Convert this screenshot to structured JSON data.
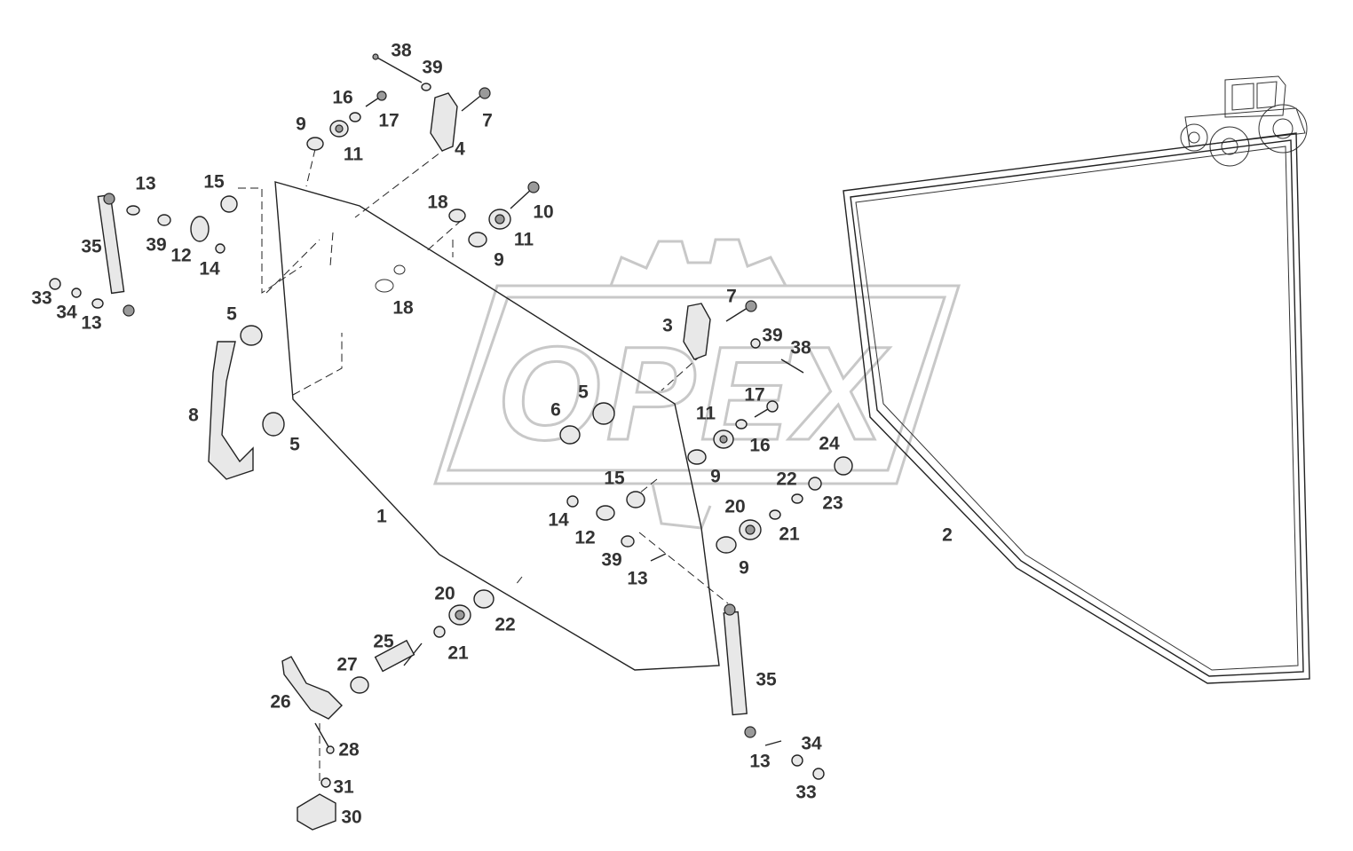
{
  "diagram": {
    "watermark_text": "OPEX",
    "labels": [
      {
        "id": "l38a",
        "text": "38"
      },
      {
        "id": "l39a",
        "text": "39"
      },
      {
        "id": "l16a",
        "text": "16"
      },
      {
        "id": "l17a",
        "text": "17"
      },
      {
        "id": "l7a",
        "text": "7"
      },
      {
        "id": "l9a",
        "text": "9"
      },
      {
        "id": "l11a",
        "text": "11"
      },
      {
        "id": "l4",
        "text": "4"
      },
      {
        "id": "l13a",
        "text": "13"
      },
      {
        "id": "l15a",
        "text": "15"
      },
      {
        "id": "l35a",
        "text": "35"
      },
      {
        "id": "l39b",
        "text": "39"
      },
      {
        "id": "l12a",
        "text": "12"
      },
      {
        "id": "l14a",
        "text": "14"
      },
      {
        "id": "l33a",
        "text": "33"
      },
      {
        "id": "l34a",
        "text": "34"
      },
      {
        "id": "l13b",
        "text": "13"
      },
      {
        "id": "l18a",
        "text": "18"
      },
      {
        "id": "l10",
        "text": "10"
      },
      {
        "id": "l11b",
        "text": "11"
      },
      {
        "id": "l9b",
        "text": "9"
      },
      {
        "id": "l18b",
        "text": "18"
      },
      {
        "id": "l5a",
        "text": "5"
      },
      {
        "id": "l8",
        "text": "8"
      },
      {
        "id": "l5b",
        "text": "5"
      },
      {
        "id": "l7b",
        "text": "7"
      },
      {
        "id": "l3",
        "text": "3"
      },
      {
        "id": "l39c",
        "text": "39"
      },
      {
        "id": "l38b",
        "text": "38"
      },
      {
        "id": "l5c",
        "text": "5"
      },
      {
        "id": "l6",
        "text": "6"
      },
      {
        "id": "l17b",
        "text": "17"
      },
      {
        "id": "l11c",
        "text": "11"
      },
      {
        "id": "l16b",
        "text": "16"
      },
      {
        "id": "l24",
        "text": "24"
      },
      {
        "id": "l9c",
        "text": "9"
      },
      {
        "id": "l15b",
        "text": "15"
      },
      {
        "id": "l22a",
        "text": "22"
      },
      {
        "id": "l23",
        "text": "23"
      },
      {
        "id": "l20a",
        "text": "20"
      },
      {
        "id": "l14b",
        "text": "14"
      },
      {
        "id": "l12b",
        "text": "12"
      },
      {
        "id": "l21a",
        "text": "21"
      },
      {
        "id": "l39d",
        "text": "39"
      },
      {
        "id": "l13c",
        "text": "13"
      },
      {
        "id": "l9d",
        "text": "9"
      },
      {
        "id": "l1",
        "text": "1"
      },
      {
        "id": "l2",
        "text": "2"
      },
      {
        "id": "l20b",
        "text": "20"
      },
      {
        "id": "l22b",
        "text": "22"
      },
      {
        "id": "l25",
        "text": "25"
      },
      {
        "id": "l21b",
        "text": "21"
      },
      {
        "id": "l27",
        "text": "27"
      },
      {
        "id": "l26",
        "text": "26"
      },
      {
        "id": "l35b",
        "text": "35"
      },
      {
        "id": "l28",
        "text": "28"
      },
      {
        "id": "l34b",
        "text": "34"
      },
      {
        "id": "l13d",
        "text": "13"
      },
      {
        "id": "l33b",
        "text": "33"
      },
      {
        "id": "l31",
        "text": "31"
      },
      {
        "id": "l30",
        "text": "30"
      }
    ]
  }
}
